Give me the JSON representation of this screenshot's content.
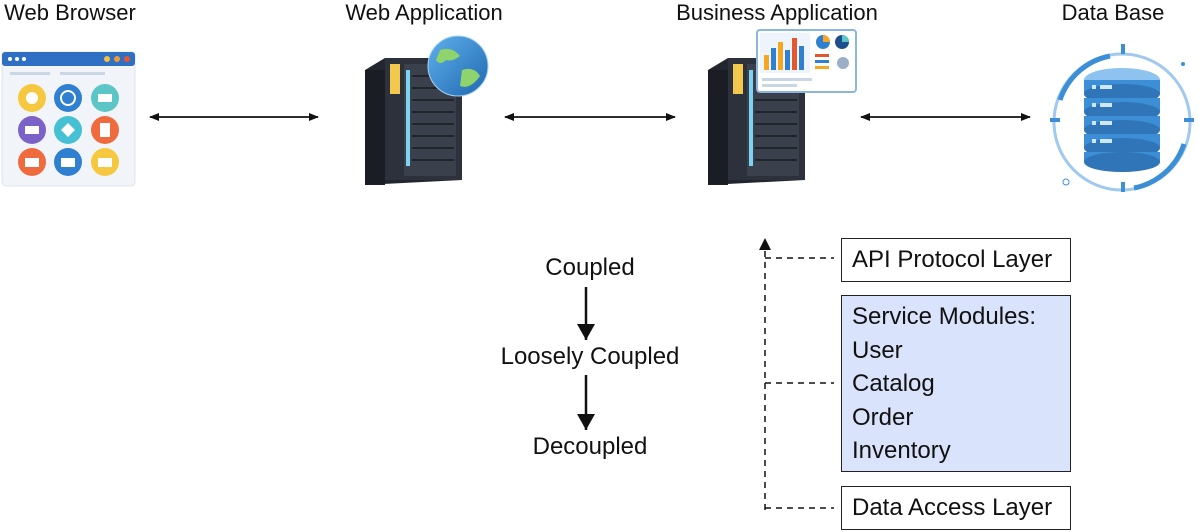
{
  "tiers": [
    {
      "label": "Web Browser",
      "icon": "browser-window-icon"
    },
    {
      "label": "Web Application",
      "icon": "server-globe-icon"
    },
    {
      "label": "Business Application",
      "icon": "server-dashboard-icon"
    },
    {
      "label": "Data Base",
      "icon": "database-icon"
    }
  ],
  "coupling_flow": [
    "Coupled",
    "Loosely Coupled",
    "Decoupled"
  ],
  "layers": {
    "api": "API Protocol Layer",
    "service_title": "Service Modules:",
    "service_items": [
      "User",
      "Catalog",
      "Order",
      "Inventory"
    ],
    "data_access": "Data Access Layer"
  },
  "colors": {
    "service_box_fill": "#d9e3fb",
    "server_body": "#2c313b",
    "server_led": "#7fd3f2",
    "db_blue": "#3c8fd6",
    "globe_blue": "#2b7fc9"
  }
}
